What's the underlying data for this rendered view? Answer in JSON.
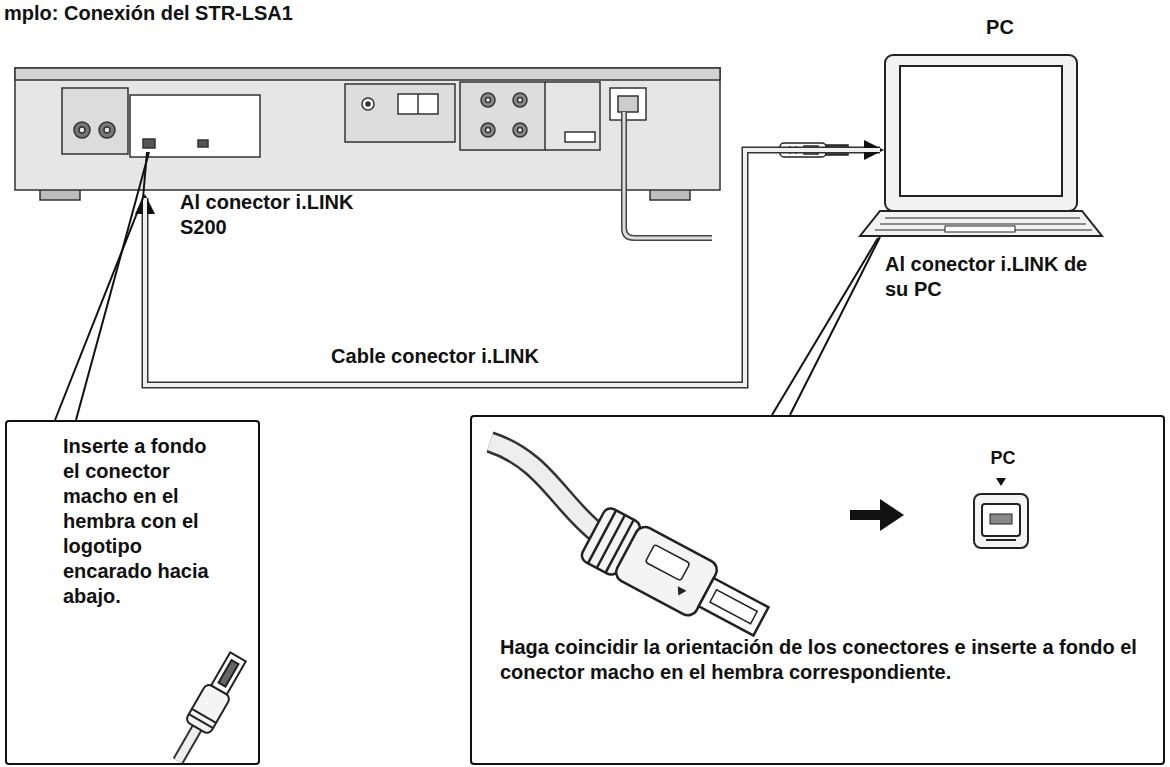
{
  "diagram": {
    "title": "mplo: Conexión del STR-LSA1",
    "nodes": [
      {
        "text": [
          "Al conector i.LINK S200"
        ]
      },
      {
        "text": [
          "PC",
          "Al conector i.LINK de su PC"
        ]
      },
      {
        "text": [
          "Inserte a fondo el conector macho en el hembra con el logotipo encarado hacia abajo."
        ]
      },
      {
        "text": [
          "PC",
          "Haga coincidir la orientación de los conectores e inserte a fondo el conector macho en el hembra correspondiente."
        ]
      }
    ],
    "edges": [
      {
        "from": 0,
        "to": 1,
        "label": "Cable conector i.LINK",
        "arrow": "both"
      },
      {
        "from": 2,
        "to": 0,
        "arrow": "none"
      },
      {
        "from": 3,
        "to": 1,
        "arrow": "none"
      }
    ]
  }
}
